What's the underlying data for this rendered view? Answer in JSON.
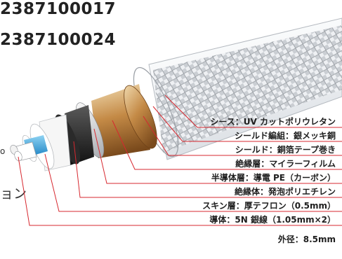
{
  "header": {
    "code_1": "2387100017",
    "code_2": "2387100024"
  },
  "cutoff": {
    "small": "o",
    "large": "ョン"
  },
  "colors": {
    "leader_line": "#d7282f",
    "label_text": "#1e1e1e"
  },
  "layers": [
    {
      "label": "シース：UV カットポリウレタン"
    },
    {
      "label": "シールド編組：銀メッキ銅"
    },
    {
      "label": "シールド：銅箔テープ巻き"
    },
    {
      "label": "絶縁層：マイラーフィルム"
    },
    {
      "label": "半導体層：導電 PE（カーボン）"
    },
    {
      "label": "絶縁体：発泡ポリエチレン"
    },
    {
      "label": "スキン層：厚テフロン（0.5mm）"
    },
    {
      "label": "導体：5N 銀線（1.05mm×2）"
    }
  ],
  "outer_diameter": "外径：8.5mm"
}
